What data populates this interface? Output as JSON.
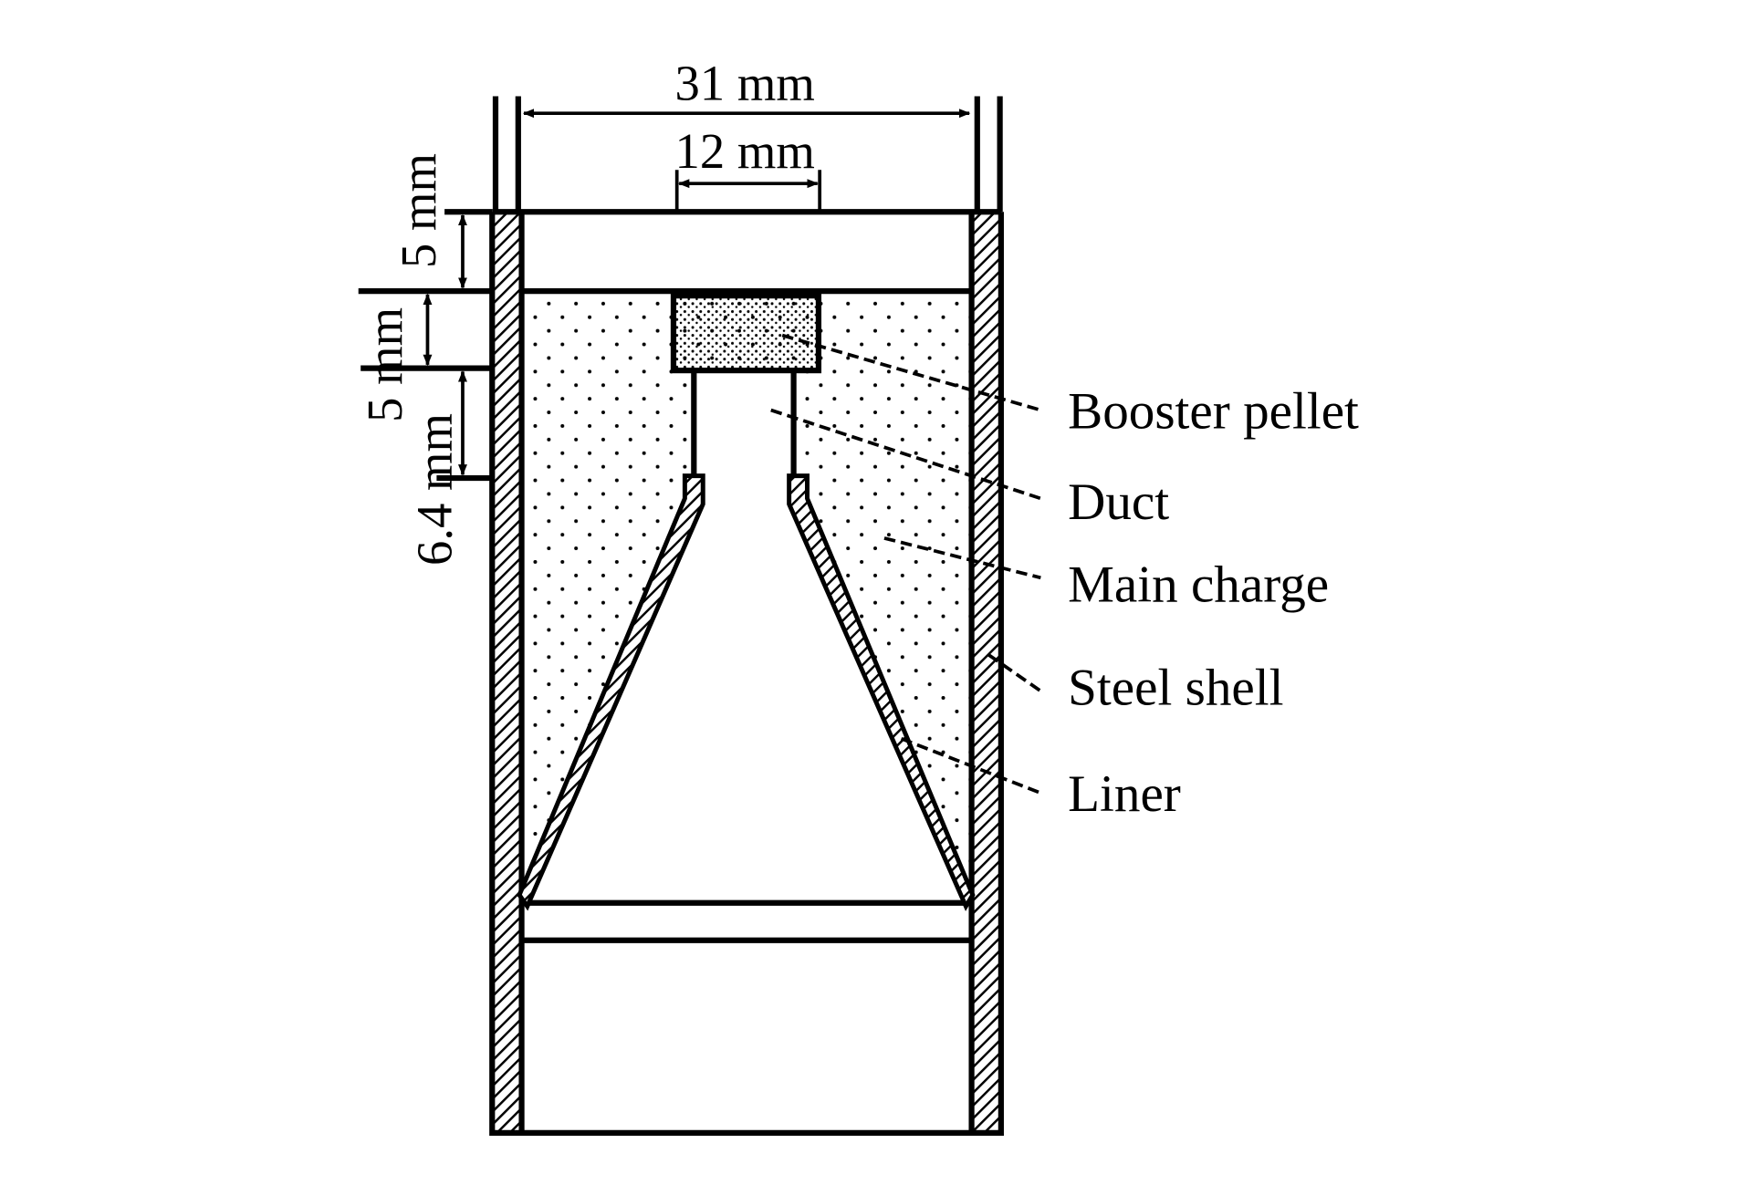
{
  "dimensions": {
    "outer_width": "31 mm",
    "pellet_width": "12 mm",
    "top_plate": "5 mm",
    "pellet_height": "5 mm",
    "duct_length": "6.4 mm"
  },
  "labels": {
    "booster_pellet": "Booster pellet",
    "duct": "Duct",
    "main_charge": "Main charge",
    "steel_shell": "Steel shell",
    "liner": "Liner"
  },
  "colors": {
    "ink": "#000000",
    "background": "#ffffff"
  }
}
